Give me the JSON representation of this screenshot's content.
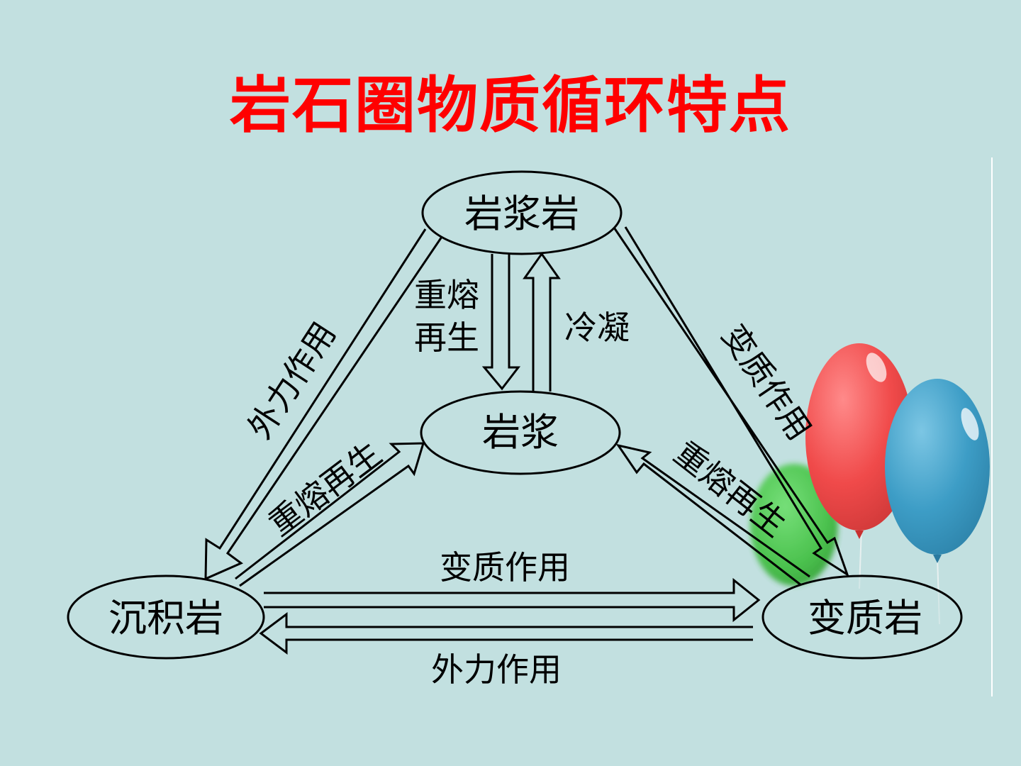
{
  "title": "岩石圈物质循环特点",
  "colors": {
    "background": "#c2e0e0",
    "title": "#ff0000",
    "line": "#000000",
    "node_fill": "#c2e0e0",
    "balloon_red": "#f05050",
    "balloon_blue": "#3d9dc6",
    "balloon_green": "#3fbf3f"
  },
  "nodes": {
    "igneous_rock": "岩浆岩",
    "magma": "岩浆",
    "sedimentary_rock": "沉积岩",
    "metamorphic_rock": "变质岩"
  },
  "edges": {
    "remelt_to_magma": [
      "重熔",
      "再生"
    ],
    "condensation": "冷凝",
    "external_force_left": "外力作用",
    "remelt_left": "重熔再生",
    "metamorphism_right": "变质作用",
    "remelt_right": "重熔再生",
    "metamorphism_bottom": "变质作用",
    "external_force_bottom": "外力作用"
  },
  "decoration": [
    "balloon-red",
    "balloon-blue",
    "balloon-green"
  ]
}
